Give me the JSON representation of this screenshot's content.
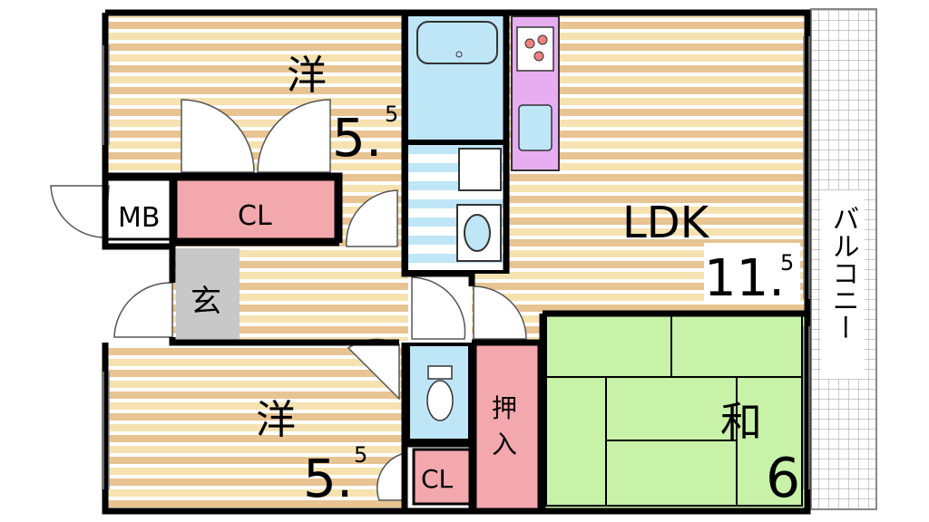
{
  "rooms": {
    "west_upper": {
      "kanji": "洋",
      "size_main": "5.",
      "size_sup": "5"
    },
    "west_lower": {
      "kanji": "洋",
      "size_main": "5.",
      "size_sup": "5"
    },
    "ldk": {
      "label": "LDK",
      "size_main": "11.",
      "size_sup": "5"
    },
    "washitsu": {
      "label": "和",
      "size": "6"
    },
    "genkan": {
      "label": "玄"
    },
    "mb": {
      "label": "MB"
    },
    "closet_upper": {
      "label": "CL"
    },
    "closet_lower": {
      "label": "CL"
    },
    "oshiire": {
      "label": "押入"
    },
    "balcony": {
      "label": "バルコニー"
    }
  },
  "colors": {
    "wall": "#000000",
    "floor_stripe_a": "#f3dfa9",
    "floor_stripe_b": "#ffffff",
    "floor_stripe_c": "#e3b98a",
    "tatami": "#c8f2a8",
    "closet": "#f3a8ad",
    "wet_area": "#bfe6f7",
    "kitchen": "#e6aef0",
    "genkan": "#c8c8c8",
    "balcony_grid": "#bbbbbb"
  }
}
